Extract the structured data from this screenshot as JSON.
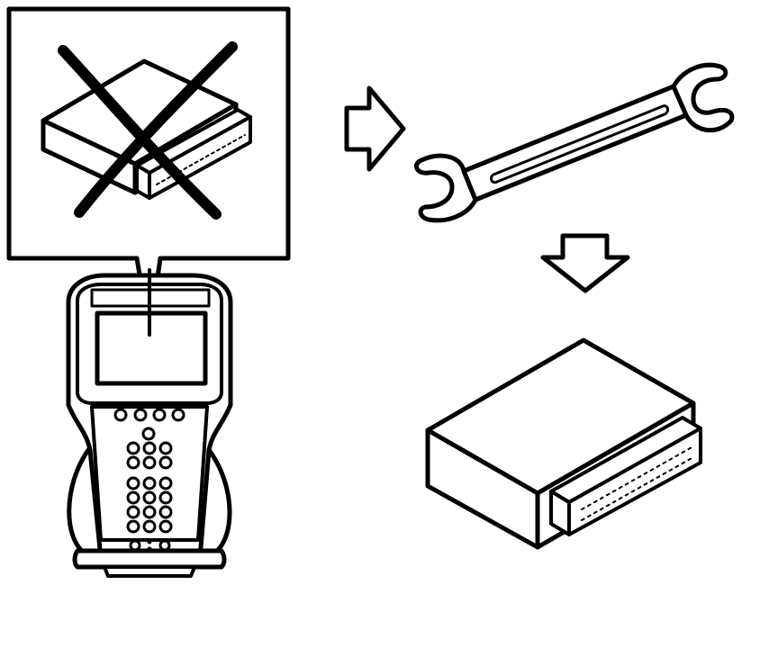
{
  "diagram": {
    "title": "",
    "steps": [
      {
        "id": "replace-module",
        "description": ""
      },
      {
        "id": "repair",
        "description": ""
      },
      {
        "id": "new-module",
        "description": ""
      }
    ],
    "colors": {
      "ink": "#000000",
      "paper": "#ffffff"
    },
    "icons": [
      "scan-tool-icon",
      "faulty-module-icon",
      "x-mark-icon",
      "arrow-right-icon",
      "wrench-icon",
      "arrow-down-icon",
      "module-icon"
    ]
  }
}
